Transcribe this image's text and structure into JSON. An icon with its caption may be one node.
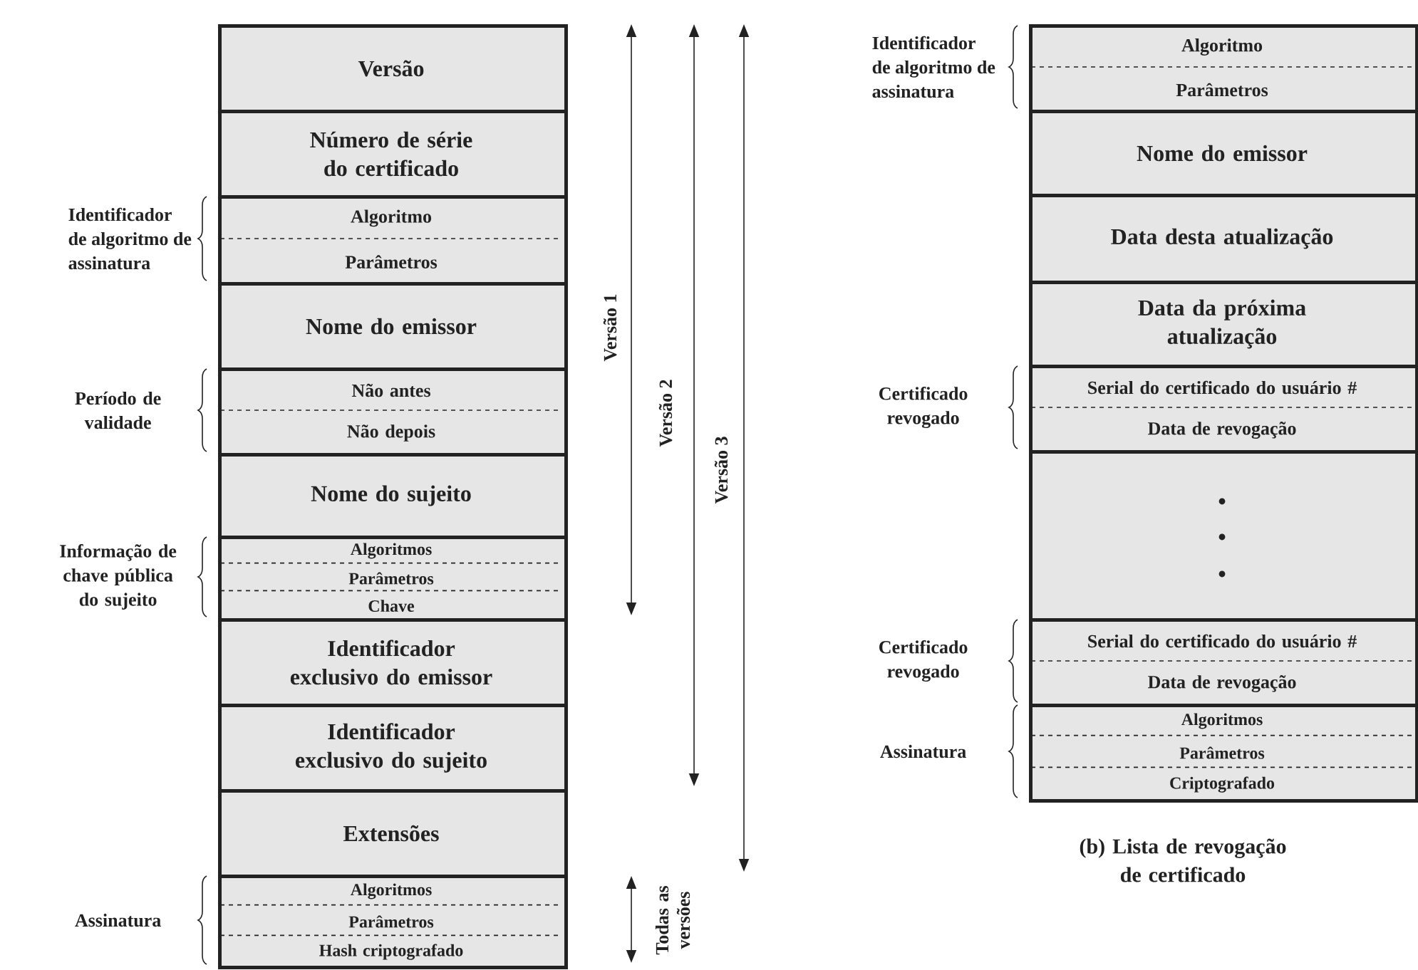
{
  "diagram": {
    "caption": "(b) Lista de revogação de certificado",
    "nodes": [
      {
        "text": [
          "Versão"
        ]
      },
      {
        "text": [
          "Número de série do certificado"
        ]
      },
      {
        "text": [
          "Algoritmo",
          "Parâmetros"
        ],
        "beside": [
          "Identificador de algoritmo de assinatura"
        ]
      },
      {
        "text": [
          "Nome do emissor"
        ]
      },
      {
        "text": [
          "Não antes",
          "Não depois"
        ],
        "beside": [
          "Período de validade"
        ]
      },
      {
        "text": [
          "Nome do sujeito"
        ]
      },
      {
        "text": [
          "Algoritmos",
          "Parâmetros",
          "Chave"
        ],
        "beside": [
          "Informação de chave pública do sujeito"
        ]
      },
      {
        "text": [
          "Identificador exclusivo do emissor"
        ]
      },
      {
        "text": [
          "Identificador exclusivo do sujeito"
        ]
      },
      {
        "text": [
          "Extensões"
        ]
      },
      {
        "text": [
          "Algoritmos",
          "Parâmetros",
          "Hash criptografado"
        ],
        "beside": [
          "Assinatura"
        ]
      },
      {
        "text": [
          "Algoritmo",
          "Parâmetros"
        ],
        "beside": [
          "Identificador de algoritmo de assinatura"
        ]
      },
      {
        "text": [
          "Nome do emissor"
        ]
      },
      {
        "text": [
          "Data desta atualização"
        ]
      },
      {
        "text": [
          "Data da próxima atualização"
        ]
      },
      {
        "text": [
          "Serial do certificado do usuário #",
          "Data de revogação"
        ],
        "beside": [
          "Certificado revogado"
        ]
      },
      {
        "text": [],
        "shape": "box"
      },
      {
        "text": [
          "Serial do certificado do usuário #",
          "Data de revogação"
        ],
        "beside": [
          "Certificado revogado"
        ]
      },
      {
        "text": [
          "Algoritmos",
          "Parâmetros",
          "Criptografado"
        ],
        "beside": [
          "Assinatura"
        ]
      }
    ],
    "labels": [
      "Versão 1",
      "Versão 2",
      "Versão 3",
      "Todas as versões"
    ]
  }
}
